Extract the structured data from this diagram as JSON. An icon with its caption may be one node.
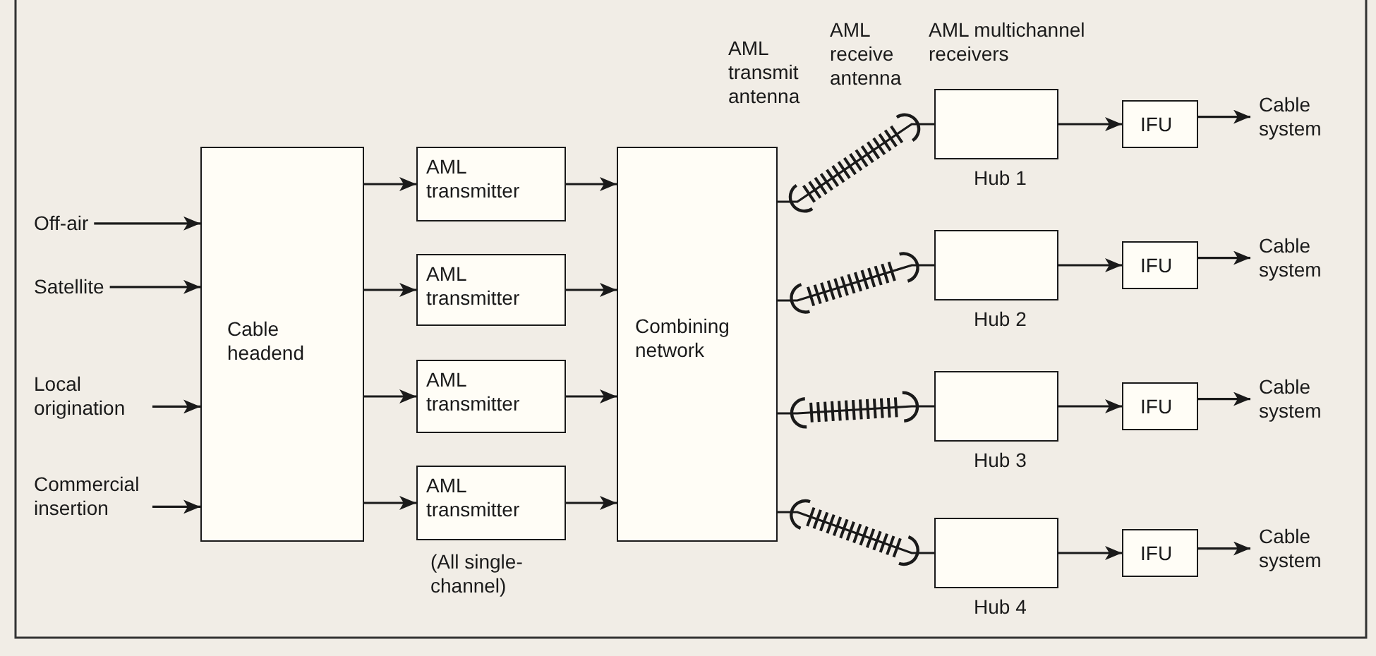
{
  "diagram": {
    "nodes": [
      {
        "text": [
          "Off-air"
        ]
      },
      {
        "text": [
          "Satellite"
        ]
      },
      {
        "text": [
          "Local origination"
        ]
      },
      {
        "text": [
          "Commercial insertion"
        ]
      },
      {
        "text": [
          "Cable headend"
        ]
      },
      {
        "text": [
          "AML transmitter"
        ]
      },
      {
        "text": [
          "AML transmitter"
        ]
      },
      {
        "text": [
          "AML transmitter"
        ]
      },
      {
        "text": [
          "AML transmitter"
        ],
        "beside": [
          "(All single-channel)"
        ]
      },
      {
        "text": [
          "Combining network"
        ]
      },
      {
        "text": [],
        "shape": "box",
        "beside": [
          "Hub 1"
        ]
      },
      {
        "text": [],
        "shape": "box",
        "beside": [
          "Hub 2"
        ]
      },
      {
        "text": [],
        "shape": "box",
        "beside": [
          "Hub 3"
        ]
      },
      {
        "text": [],
        "shape": "box",
        "beside": [
          "Hub 4"
        ]
      },
      {
        "text": [
          "IFU"
        ]
      },
      {
        "text": [
          "IFU"
        ]
      },
      {
        "text": [
          "IFU"
        ]
      },
      {
        "text": [
          "IFU"
        ]
      },
      {
        "text": [
          "Cable system"
        ]
      },
      {
        "text": [
          "Cable system"
        ]
      },
      {
        "text": [
          "Cable system"
        ]
      },
      {
        "text": [
          "Cable system"
        ]
      }
    ],
    "edges": [
      {
        "from": 0,
        "to": 4,
        "arrow": "to"
      },
      {
        "from": 1,
        "to": 4,
        "arrow": "to"
      },
      {
        "from": 2,
        "to": 4,
        "arrow": "to"
      },
      {
        "from": 3,
        "to": 4,
        "arrow": "to"
      },
      {
        "from": 4,
        "to": 5,
        "arrow": "to"
      },
      {
        "from": 4,
        "to": 6,
        "arrow": "to"
      },
      {
        "from": 4,
        "to": 7,
        "arrow": "to"
      },
      {
        "from": 4,
        "to": 8,
        "arrow": "to"
      },
      {
        "from": 5,
        "to": 9,
        "arrow": "to"
      },
      {
        "from": 6,
        "to": 9,
        "arrow": "to"
      },
      {
        "from": 7,
        "to": 9,
        "arrow": "to"
      },
      {
        "from": 8,
        "to": 9,
        "arrow": "to"
      },
      {
        "from": 9,
        "to": 10,
        "arrow": "none"
      },
      {
        "from": 9,
        "to": 11,
        "arrow": "none"
      },
      {
        "from": 9,
        "to": 12,
        "arrow": "none"
      },
      {
        "from": 9,
        "to": 13,
        "arrow": "none"
      },
      {
        "from": 10,
        "to": 14,
        "arrow": "to"
      },
      {
        "from": 11,
        "to": 15,
        "arrow": "to"
      },
      {
        "from": 12,
        "to": 16,
        "arrow": "to"
      },
      {
        "from": 13,
        "to": 17,
        "arrow": "to"
      },
      {
        "from": 14,
        "to": 18,
        "arrow": "to"
      },
      {
        "from": 15,
        "to": 19,
        "arrow": "to"
      },
      {
        "from": 16,
        "to": 20,
        "arrow": "to"
      },
      {
        "from": 17,
        "to": 21,
        "arrow": "to"
      }
    ],
    "labels": [
      "AML transmit antenna",
      "AML receive antenna",
      "AML multichannel receivers"
    ]
  }
}
